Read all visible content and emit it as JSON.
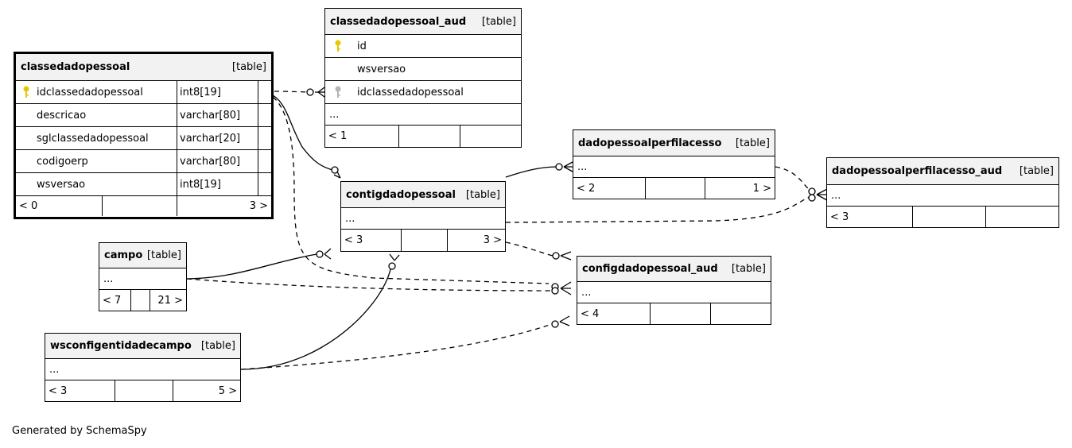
{
  "tables": {
    "classedadopessoal": {
      "name": "classedadopessoal",
      "type_label": "[table]",
      "columns": [
        {
          "name": "idclassedadopessoal",
          "type": "int8[19]",
          "key": "primary"
        },
        {
          "name": "descricao",
          "type": "varchar[80]"
        },
        {
          "name": "sglclassedadopessoal",
          "type": "varchar[20]"
        },
        {
          "name": "codigoerp",
          "type": "varchar[80]"
        },
        {
          "name": "wsversao",
          "type": "int8[19]"
        }
      ],
      "footer": {
        "left": "< 0",
        "mid": "",
        "right": "3 >"
      }
    },
    "classedadopessoal_aud": {
      "name": "classedadopessoal_aud",
      "type_label": "[table]",
      "columns": [
        {
          "name": "id",
          "key": "primary"
        },
        {
          "name": "wsversao"
        },
        {
          "name": "idclassedadopessoal",
          "key": "foreign"
        }
      ],
      "ellipsis": "...",
      "footer": {
        "left": "< 1",
        "mid": "",
        "right": ""
      }
    },
    "contigdadopessoal": {
      "name": "contigdadopessoal",
      "type_label": "[table]",
      "ellipsis": "...",
      "footer": {
        "left": "< 3",
        "mid": "",
        "right": "3 >"
      }
    },
    "dadopessoalperfilacesso": {
      "name": "dadopessoalperfilacesso",
      "type_label": "[table]",
      "ellipsis": "...",
      "footer": {
        "left": "< 2",
        "mid": "",
        "right": "1 >"
      }
    },
    "dadopessoalperfilacesso_aud": {
      "name": "dadopessoalperfilacesso_aud",
      "type_label": "[table]",
      "ellipsis": "...",
      "footer": {
        "left": "< 3",
        "mid": "",
        "right": ""
      }
    },
    "campo": {
      "name": "campo",
      "type_label": "[table]",
      "ellipsis": "...",
      "footer": {
        "left": "< 7",
        "mid": "",
        "right": "21 >"
      }
    },
    "configdadopessoal_aud": {
      "name": "configdadopessoal_aud",
      "type_label": "[table]",
      "ellipsis": "...",
      "footer": {
        "left": "< 4",
        "mid": "",
        "right": ""
      }
    },
    "wsconfigentidadecampo": {
      "name": "wsconfigentidadecampo",
      "type_label": "[table]",
      "ellipsis": "...",
      "footer": {
        "left": "< 3",
        "mid": "",
        "right": "5 >"
      }
    }
  },
  "colors": {
    "primary_key": "#e6c800",
    "foreign_key": "#b4b4b4",
    "header_bg": "#f2f2f2"
  },
  "footer_text": "Generated by SchemaSpy"
}
